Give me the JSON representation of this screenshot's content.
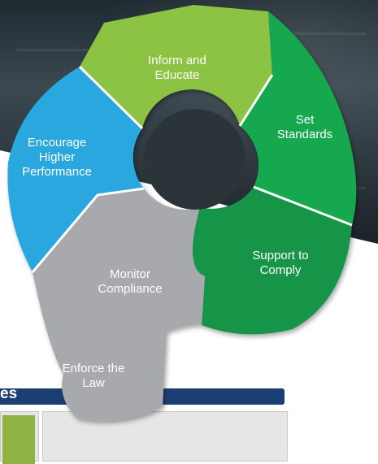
{
  "cycle": {
    "segments": [
      {
        "label": "Inform and\nEducate",
        "color": "#8dc342"
      },
      {
        "label": "Set\nStandards",
        "color": "#18a84f"
      },
      {
        "label": "Support to\nComply",
        "color": "#13954a"
      },
      {
        "label": "Monitor\nCompliance",
        "color": "#a7a9ac"
      },
      {
        "label": "Enforce the\nLaw",
        "color": "#a7a9ac"
      },
      {
        "label": "Encourage\nHigher\nPerformance",
        "color": "#2ca7df"
      }
    ]
  },
  "bottom_bar": {
    "text": "es",
    "color": "#1c3f73"
  }
}
